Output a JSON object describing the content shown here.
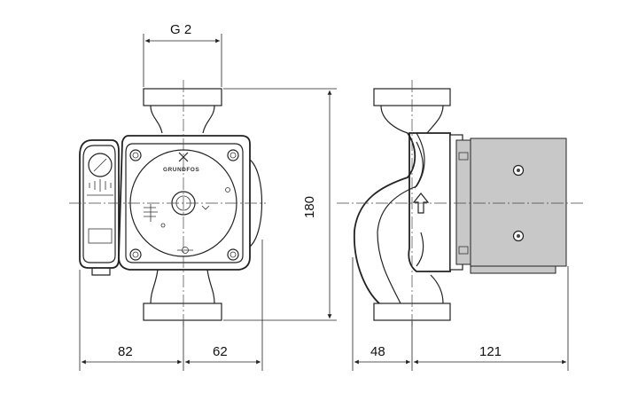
{
  "drawing": {
    "thread_label": "G 2",
    "height_label": "180",
    "front_left_label": "82",
    "front_right_label": "62",
    "side_left_label": "48",
    "side_right_label": "121",
    "brand_text": "GRUNDFOS"
  },
  "colors": {
    "line": "#222222",
    "motor_fill": "#c8c8c8",
    "background": "#ffffff"
  }
}
